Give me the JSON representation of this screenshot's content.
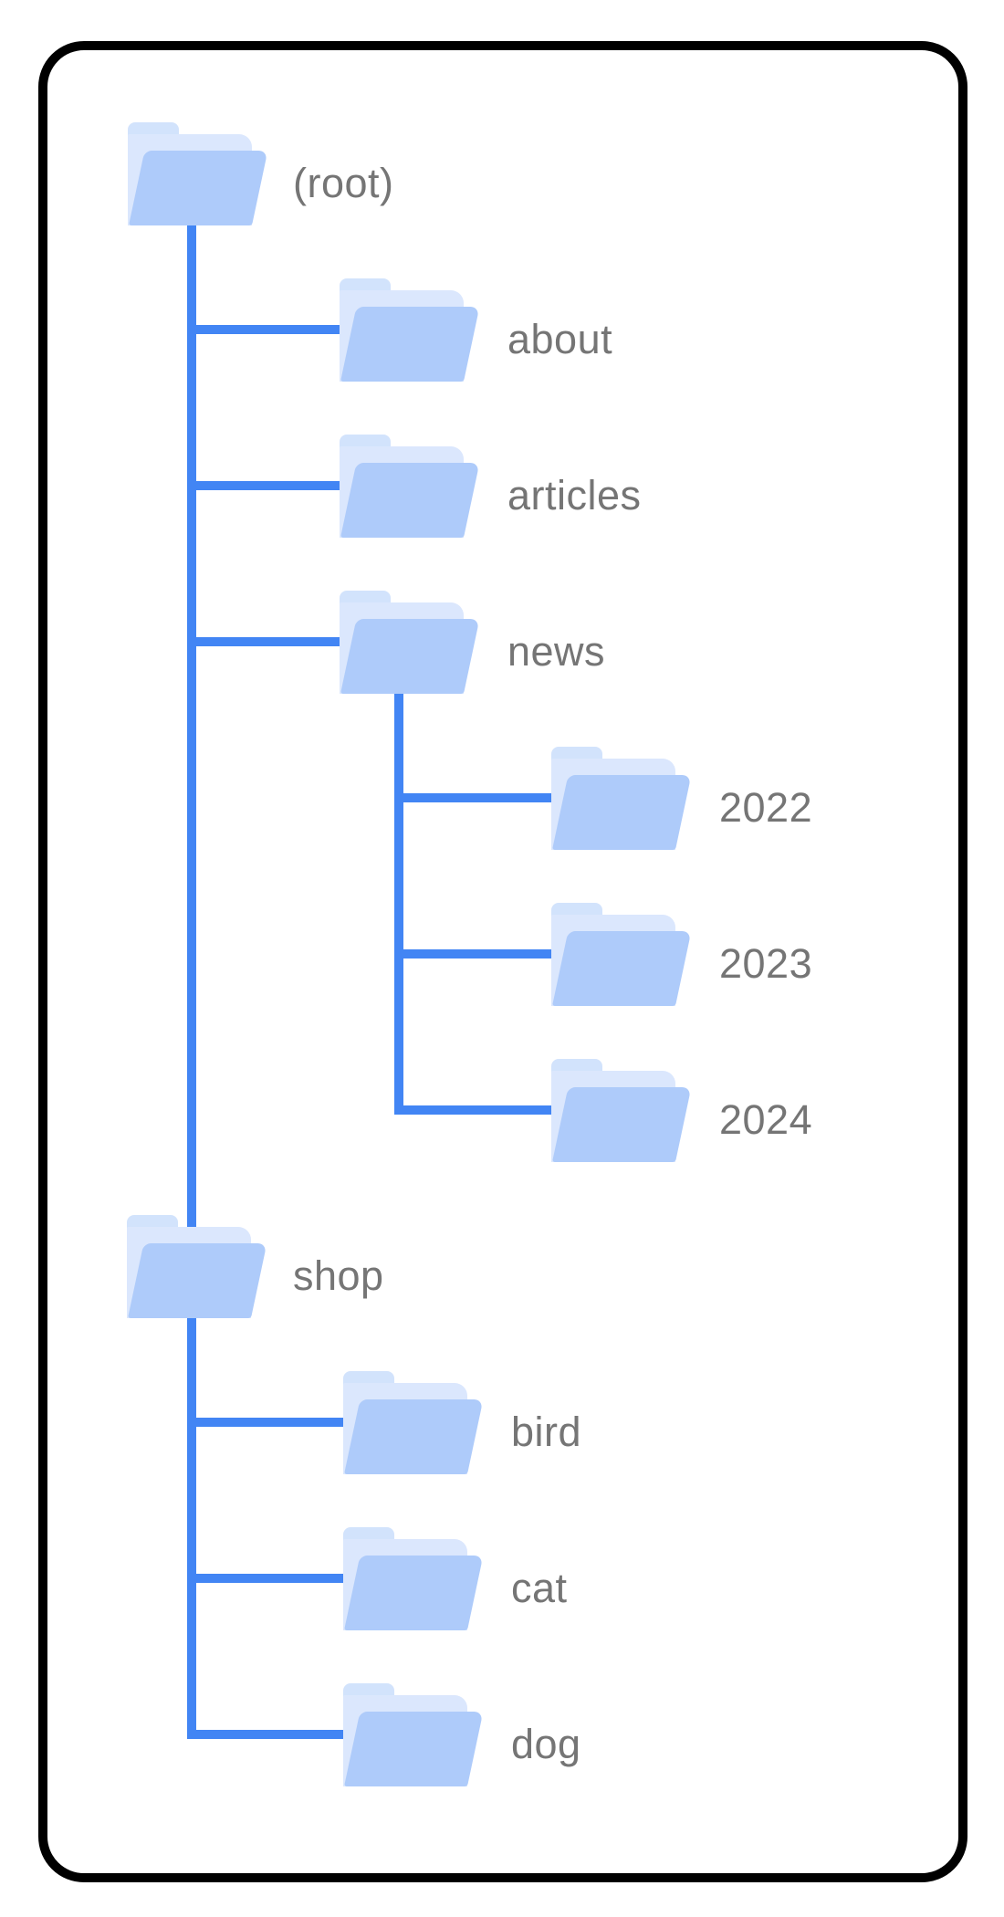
{
  "diagram": {
    "description": "Site folder structure tree",
    "nodes": [
      {
        "label": "(root)",
        "parent": null,
        "level": 0
      },
      {
        "label": "about",
        "parent": "(root)",
        "level": 1
      },
      {
        "label": "articles",
        "parent": "(root)",
        "level": 1
      },
      {
        "label": "news",
        "parent": "(root)",
        "level": 1
      },
      {
        "label": "2022",
        "parent": "news",
        "level": 2
      },
      {
        "label": "2023",
        "parent": "news",
        "level": 2
      },
      {
        "label": "2024",
        "parent": "news",
        "level": 2
      },
      {
        "label": "shop",
        "parent": "(root)",
        "level": 1
      },
      {
        "label": "bird",
        "parent": "shop",
        "level": 2
      },
      {
        "label": "cat",
        "parent": "shop",
        "level": 2
      },
      {
        "label": "dog",
        "parent": "shop",
        "level": 2
      }
    ],
    "colors": {
      "connector_blue": "#4285f4",
      "folder_front": "#aecbfa",
      "folder_tab": "#d2e3fc",
      "folder_sheet": "#dbe7fd",
      "label_gray": "#757575",
      "frame_black": "#000000",
      "background": "#ffffff"
    }
  }
}
